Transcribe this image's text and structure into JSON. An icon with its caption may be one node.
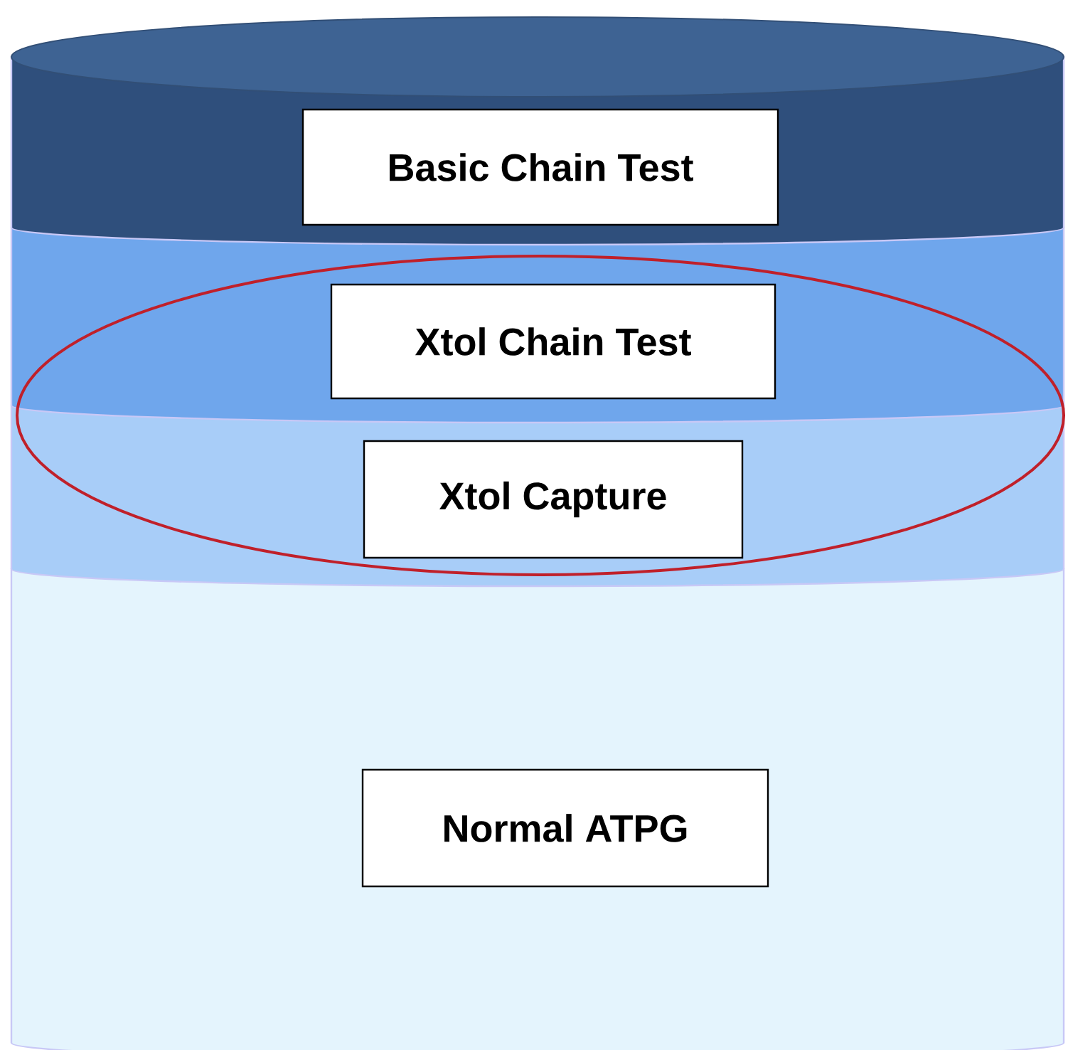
{
  "diagram": {
    "nodes": [
      {
        "text": [
          "Basic Chain Test"
        ]
      },
      {
        "text": [
          "Xtol Chain Test"
        ]
      },
      {
        "text": [
          "Xtol Capture"
        ]
      },
      {
        "text": [
          "Normal ATPG"
        ]
      }
    ]
  }
}
